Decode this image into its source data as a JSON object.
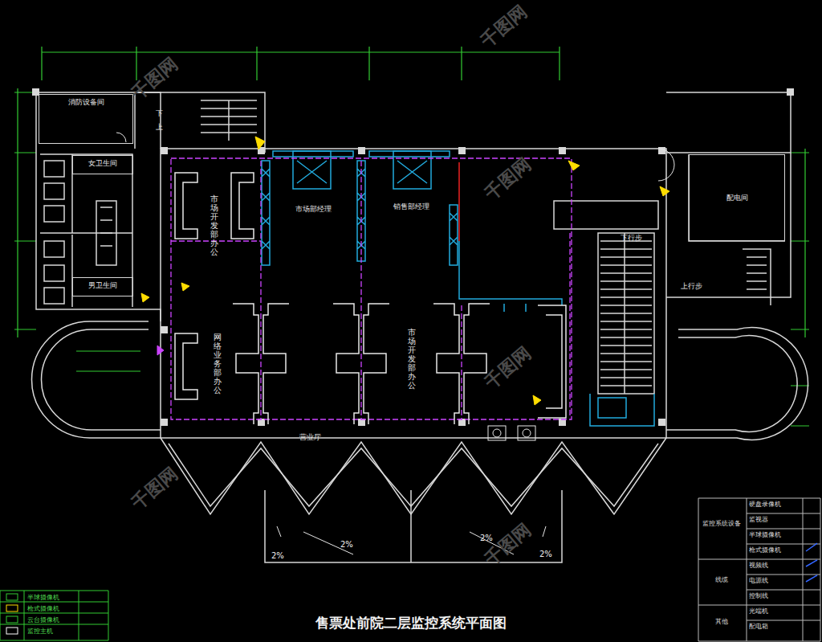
{
  "diagram": {
    "title": "售票处前院二层监控系统平面图",
    "nodes": [
      {
        "text": [
          "消防设备间"
        ]
      },
      {
        "text": [
          "女卫生间"
        ]
      },
      {
        "text": [
          "男卫生间"
        ]
      },
      {
        "text": [
          "配电间"
        ]
      }
    ],
    "labels": [
      "下",
      "上",
      "市场部经理",
      "销售部经理",
      "市场开发部办公",
      "网络业务部办公",
      "市场开发部办公",
      "营业厅",
      "下行步",
      "上行步",
      "2%",
      "2%",
      "2%",
      "2%",
      "千图网",
      "千图网",
      "千图网",
      "千图网",
      "千图网",
      "千图网",
      "监控系统设备",
      "硬盘录像机",
      "监视器",
      "半球摄像机",
      "枪式摄像机",
      "线缆",
      "视频线",
      "电源线",
      "控制线",
      "其他",
      "光端机",
      "配电箱"
    ],
    "legend": [
      {
        "text": "半球摄像机"
      },
      {
        "text": "枪式摄像机"
      },
      {
        "text": "云台摄像机"
      },
      {
        "text": "监控主机"
      }
    ]
  }
}
